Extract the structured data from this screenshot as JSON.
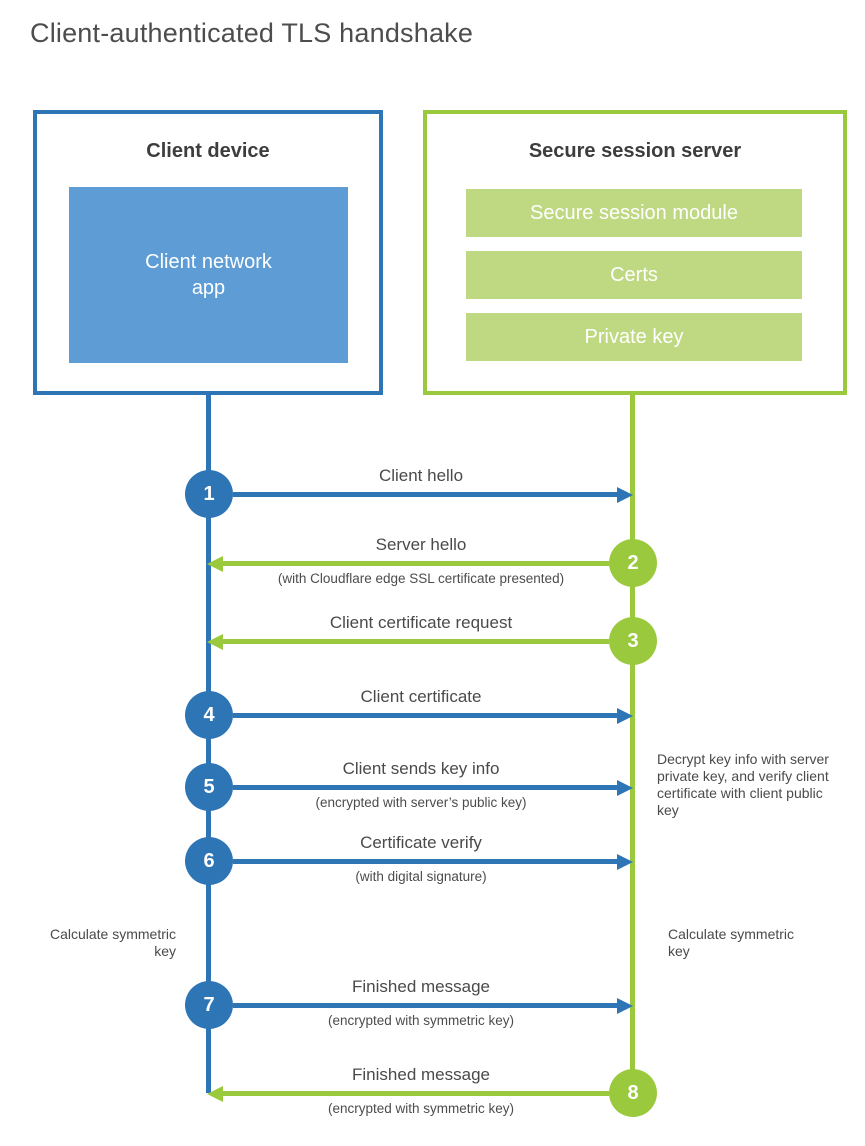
{
  "title": "Client-authenticated TLS handshake",
  "colors": {
    "blue_stroke": "#2E75B6",
    "blue_fill": "#5D9CD5",
    "green_stroke": "#9BC93E",
    "green_fill": "#BFD983",
    "text_dark": "#3d3d3d",
    "text_label": "#4a4a4a"
  },
  "client": {
    "title": "Client device",
    "app_label": "Client network app"
  },
  "server": {
    "title": "Secure session server",
    "modules": [
      "Secure session module",
      "Certs",
      "Private key"
    ]
  },
  "steps": [
    {
      "num": "1",
      "label": "Client hello",
      "direction": "to-server",
      "color": "blue"
    },
    {
      "num": "2",
      "label": "Server hello",
      "sublabel": "(with Cloudflare edge SSL certificate presented)",
      "direction": "to-client",
      "color": "green"
    },
    {
      "num": "3",
      "label": "Client certificate request",
      "direction": "to-client",
      "color": "green"
    },
    {
      "num": "4",
      "label": "Client certificate",
      "direction": "to-server",
      "color": "blue"
    },
    {
      "num": "5",
      "label": "Client sends key info",
      "sublabel": "(encrypted with server’s public key)",
      "direction": "to-server",
      "color": "blue"
    },
    {
      "num": "6",
      "label": "Certificate verify",
      "sublabel": "(with digital signature)",
      "direction": "to-server",
      "color": "blue"
    },
    {
      "num": "7",
      "label": "Finished message",
      "sublabel": "(encrypted with symmetric key)",
      "direction": "to-server",
      "color": "blue"
    },
    {
      "num": "8",
      "label": "Finished message",
      "sublabel": "(encrypted with symmetric key)",
      "direction": "to-client",
      "color": "green"
    }
  ],
  "notes": {
    "decrypt": "Decrypt key info with server private key, and verify client certificate with client public key",
    "calc_left": "Calculate symmetric key",
    "calc_right": "Calculate symmetric key"
  }
}
